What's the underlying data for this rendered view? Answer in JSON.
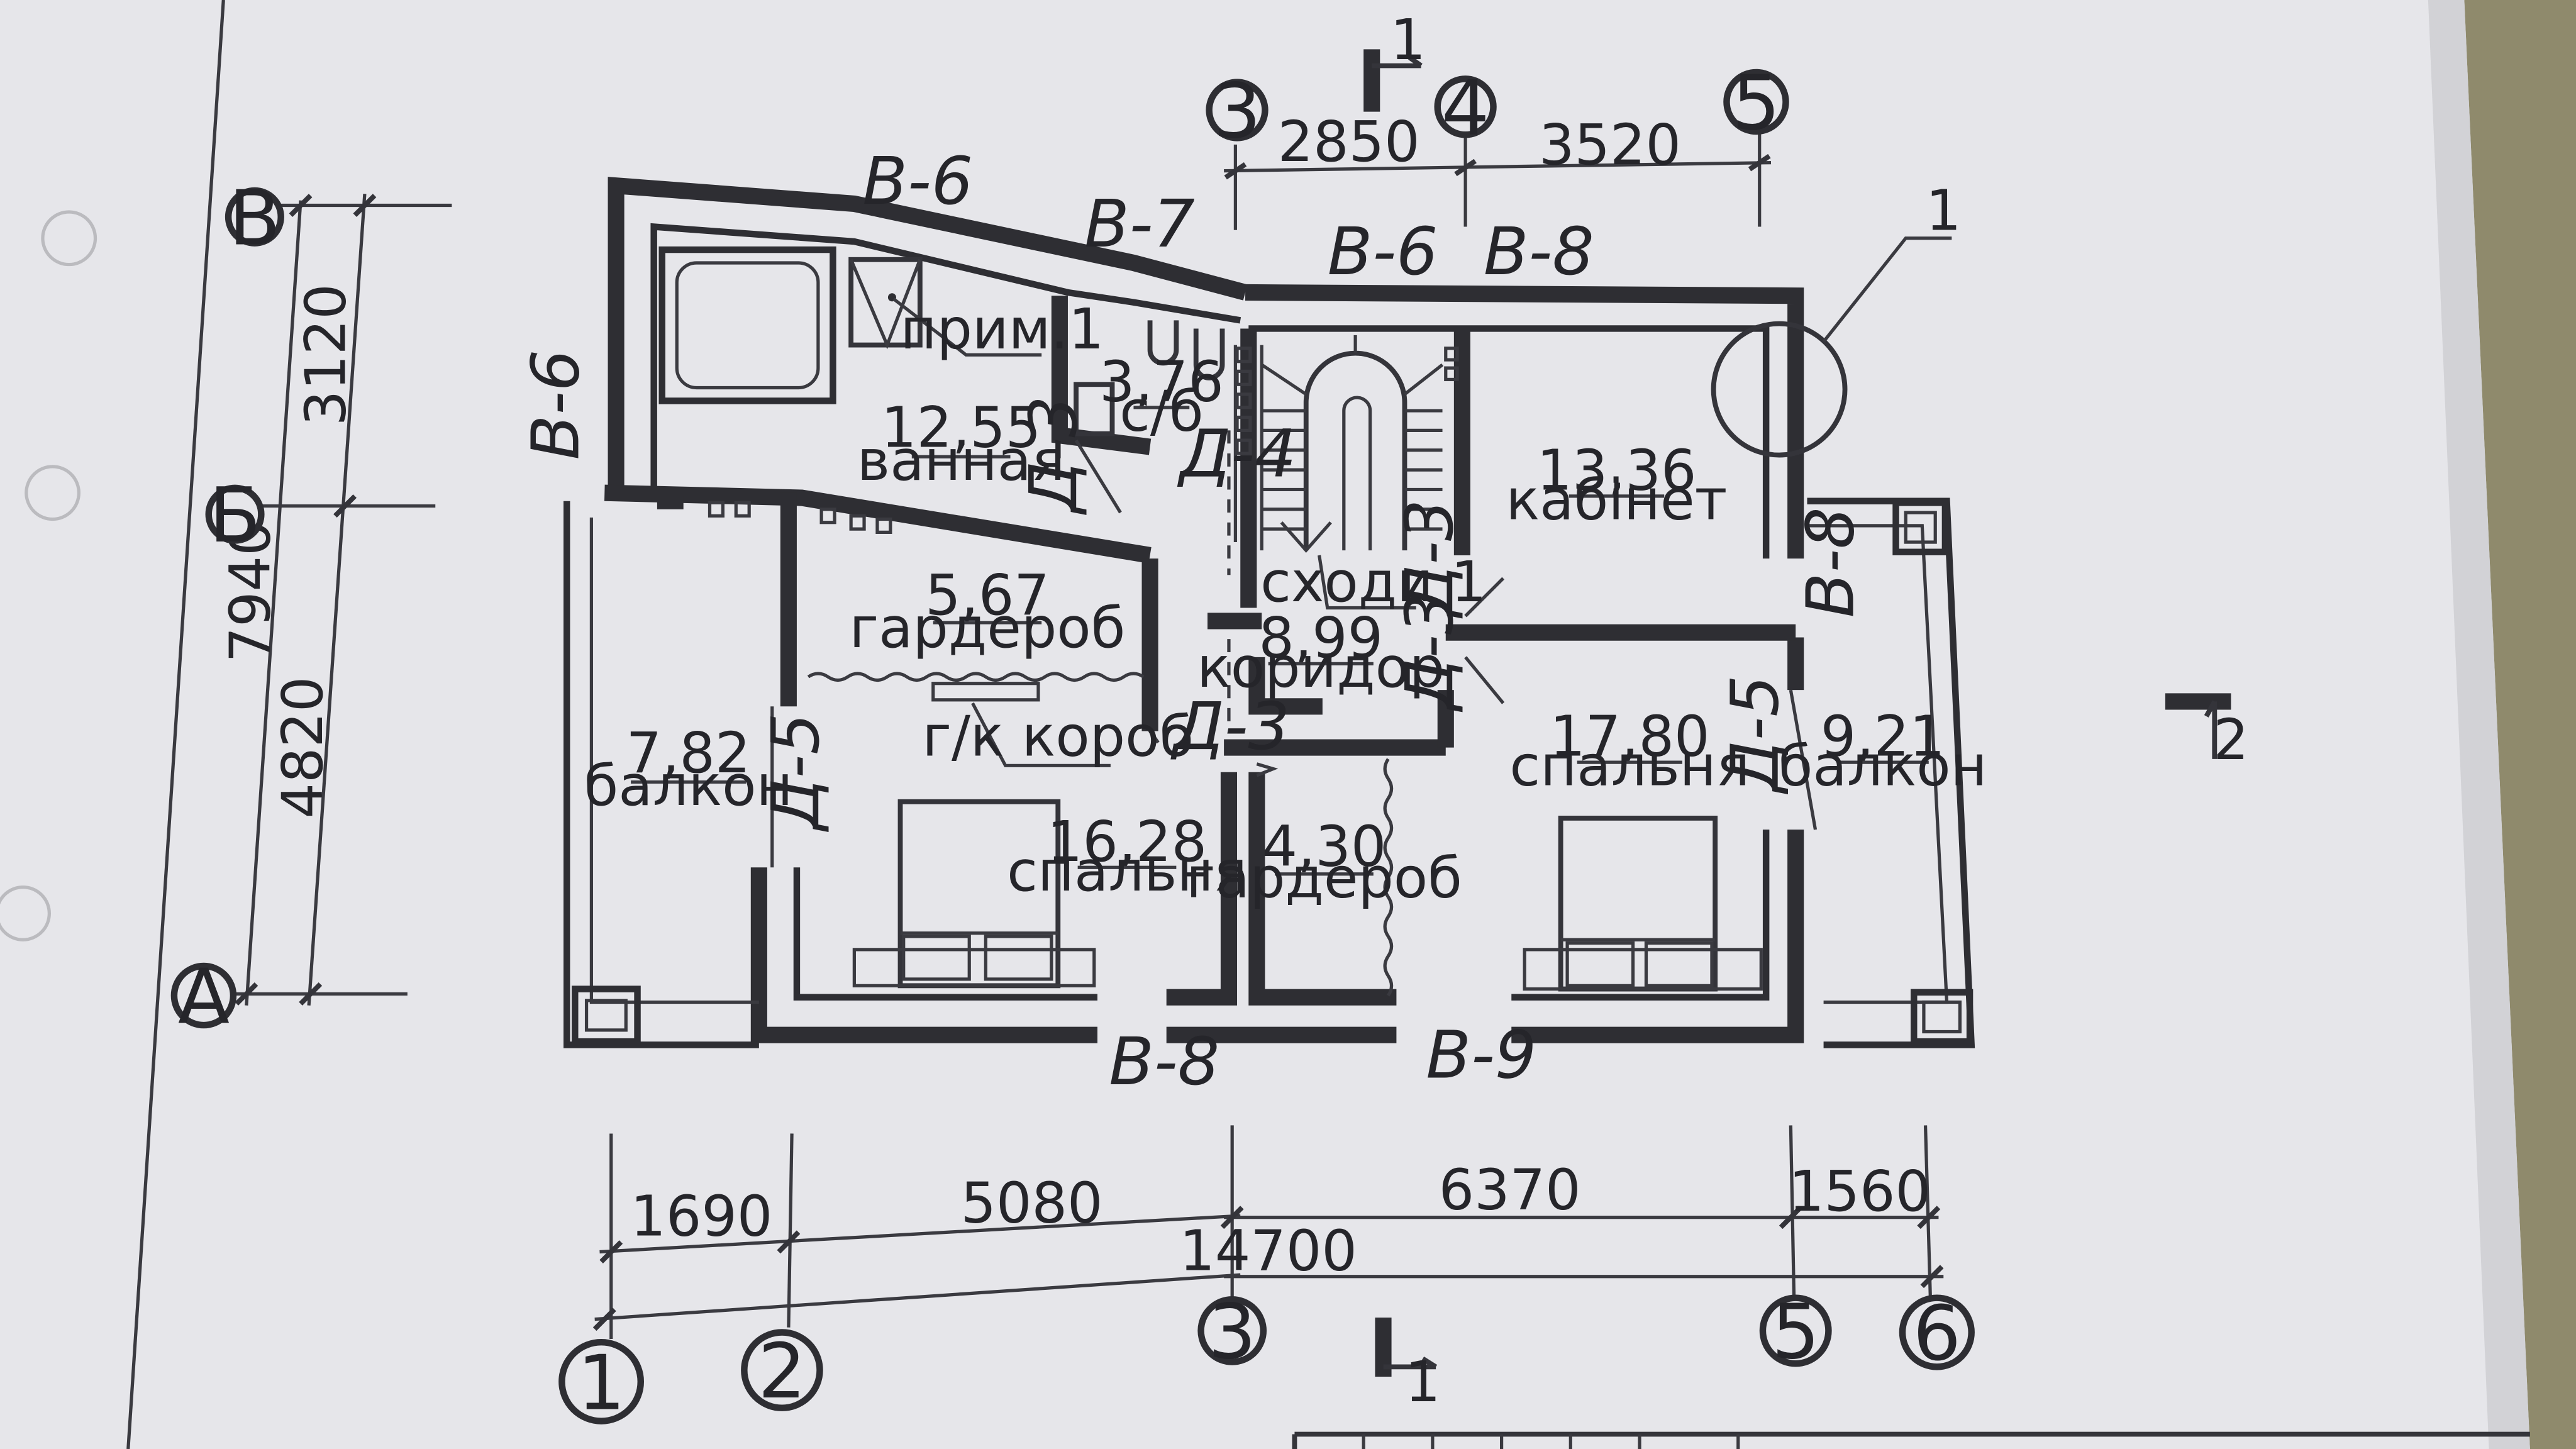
{
  "rooms": {
    "bath": {
      "area": "12,55",
      "name": "ванная"
    },
    "wc": {
      "area": "3,76",
      "name": "с/б"
    },
    "stairs": {
      "name": "сходи 1"
    },
    "cabinet": {
      "area": "13,36",
      "name": "кабінет"
    },
    "wardrobe1": {
      "area": "5,67",
      "name": "гардероб"
    },
    "corridor": {
      "area": "8,99",
      "name": "коридор"
    },
    "closet": {
      "name": "г/к короб"
    },
    "balcony_left": {
      "area": "7,82",
      "name": "балкон"
    },
    "bedroom_left": {
      "area": "16,28",
      "name": "спальня"
    },
    "wardrobe2": {
      "area": "4,30",
      "name": "гардероб"
    },
    "bedroom_right": {
      "area": "17,80",
      "name": "спальня"
    },
    "balcony_right": {
      "area": "9,21",
      "name": "балкон"
    }
  },
  "notes": {
    "prim": "прим.1",
    "callout": "1"
  },
  "walls": {
    "b6_top": "В-6",
    "b7": "В-7",
    "b6_mid": "В-6",
    "b8_top": "В-8",
    "b6_left": "В-6",
    "b8_right": "В-8",
    "b8_bottom": "В-8",
    "b9_bottom": "В-9"
  },
  "doors": {
    "d3_bath": "Д-3",
    "d4": "Д-4",
    "d3_cab": "Д-3",
    "d3_bed_right": "Д-3",
    "d3_bed_left": "Д-3",
    "d5_left": "Д-5",
    "d5_right": "Д-5"
  },
  "dims": {
    "top_3_4": "2850",
    "top_4_5": "3520",
    "left_v_b": "3120",
    "left_b_a": "4820",
    "left_total": "7940",
    "bottom_1_2": "1690",
    "bottom_2_3": "5080",
    "bottom_3_5": "6370",
    "bottom_5_6": "1560",
    "bottom_total": "14700"
  },
  "axes": {
    "a3_top": "3",
    "a4_top": "4",
    "a5_top": "5",
    "b_v": "В",
    "b_b": "Б",
    "b_a": "А",
    "a1": "1",
    "a2": "2",
    "a3_bot": "3",
    "a5_bot": "5",
    "a6": "6"
  },
  "sections": {
    "s1_top": "1",
    "s1_bottom": "1",
    "s2": "2"
  }
}
